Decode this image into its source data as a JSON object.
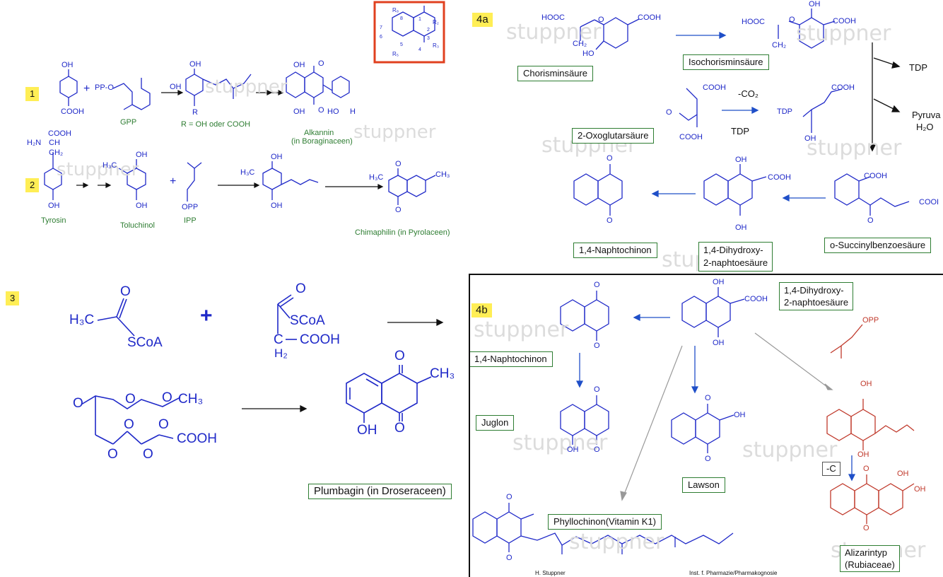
{
  "panel1": {
    "label_1": "1",
    "label_2": "2",
    "gpp": "GPP",
    "ipp": "IPP",
    "r_label": "R = OH oder COOH",
    "alkannin": "Alkannin",
    "alkannin_sub": "(in Boraginaceen)",
    "tyrosin": "Tyrosin",
    "toluchinol": "Toluchinol",
    "chimaphilin": "Chimaphilin (in Pyrolaceen)",
    "formula_labels": {
      "pp_o": "PP-O",
      "opp": "OPP",
      "cooh": "COOH",
      "oh": "OH",
      "h3c": "H₃C",
      "ch3": "CH₃",
      "h2n": "H₂N",
      "ch": "CH",
      "ch2": "CH₂",
      "r": "R",
      "h": "H",
      "ho": "HO",
      "o": "O"
    }
  },
  "core_structure": {
    "r8": "R₈",
    "r2": "R₂",
    "r3": "R₃",
    "r5": "R₅",
    "n7": "7",
    "n6": "6",
    "n5": "5",
    "n4": "4",
    "n3": "3",
    "n2": "2",
    "n1": "1",
    "n8": "8"
  },
  "panel3": {
    "label": "3",
    "h3c": "H₃C",
    "scoa1": "SCoA",
    "plus": "+",
    "scoa2": "SCoA",
    "cooh1": "COOH",
    "h2": "H₂",
    "c": "C",
    "ch3": "CH₃",
    "cooh2": "COOH",
    "o": "O",
    "oh": "OH",
    "plumbagin": "Plumbagin (in Droseraceen)"
  },
  "panel4a": {
    "label": "4a",
    "chorisminsaeure": "Chorisminsäure",
    "isochorisminsaeure": "Isochorisminsäure",
    "tdp1": "TDP",
    "pyruvat": "Pyruva",
    "h2o": "H₂O",
    "oxoglutar": "2-Oxoglutarsäure",
    "minus_co2": "-CO₂",
    "tdp2": "TDP",
    "tdp3": "TDP",
    "naphtochinon": "1,4-Naphtochinon",
    "dihydroxy": "1,4-Dihydroxy-",
    "dihydroxy2": "2-naphtoesäure",
    "succinyl": "o-Succinylbenzoesäure",
    "cooh": "COOH",
    "hooc": "HOOC",
    "oh": "OH",
    "ho": "HO",
    "ch2": "CH₂",
    "o": "O",
    "cool": "COOI"
  },
  "panel4b": {
    "label": "4b",
    "dihydroxy": "1,4-Dihydroxy-",
    "dihydroxy2": "2-naphtoesäure",
    "naphtochinon": "1,4-Naphtochinon",
    "juglon": "Juglon",
    "lawson": "Lawson",
    "minus_c": "-C",
    "phyllochinon": "Phyllochinon(Vitamin K1)",
    "alizarintyp": "Alizarintyp",
    "rubiaceae": "(Rubiaceae)",
    "opp": "OPP",
    "cooh": "COOH",
    "oh": "OH",
    "o": "O",
    "footer_left": "H. Stuppner",
    "footer_right": "Inst. f. Pharmazie/Pharmakognosie"
  },
  "watermark": "stuppner",
  "copyright": "©",
  "colors": {
    "structure_blue": "#1f29c8",
    "label_green": "#2e7d32",
    "alizarin_red": "#c0392b",
    "highlight_yellow": "#ffee55",
    "frame_red": "#e0401f"
  }
}
